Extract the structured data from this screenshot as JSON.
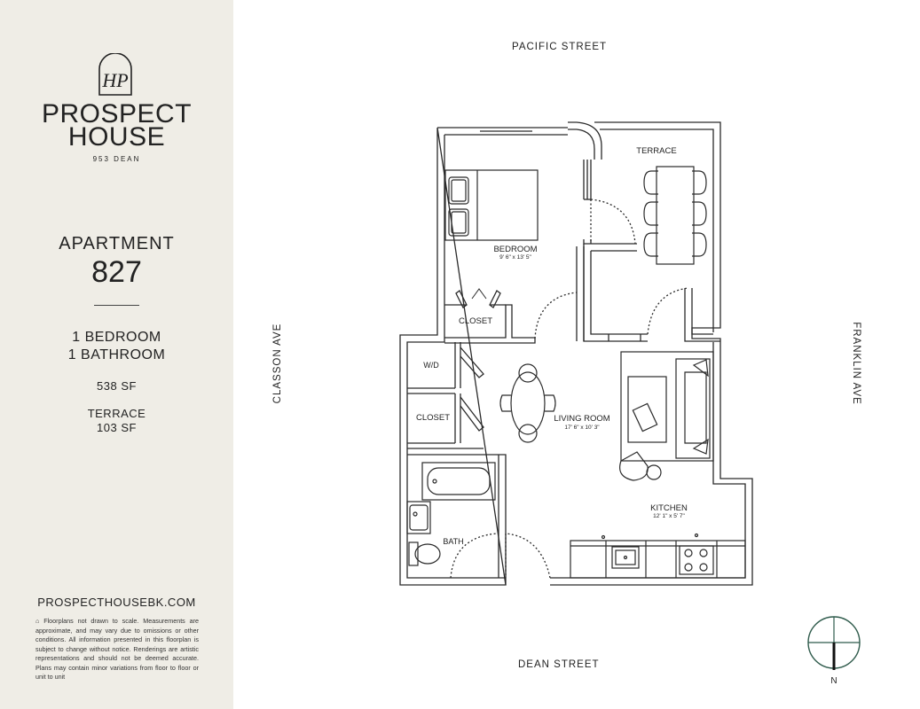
{
  "brand": {
    "monogram": "HP",
    "name_line1": "PROSPECT",
    "name_line2": "HOUSE",
    "address": "953 DEAN"
  },
  "apartment": {
    "label": "APARTMENT",
    "number": "827"
  },
  "details": {
    "bedrooms": "1 BEDROOM",
    "bathrooms": "1 BATHROOM",
    "area": "538 SF",
    "terrace_label": "TERRACE",
    "terrace_area": "103 SF"
  },
  "website": "PROSPECTHOUSEBK.COM",
  "disclaimer": "Floorplans not drawn to scale. Measurements are approximate, and may vary due to omissions or other conditions. All information presented in this floorplan is subject to change without notice. Renderings are artistic representations and should not be deemed accurate. Plans may contain minor variations from floor to floor or unit to unit",
  "streets": {
    "north": "PACIFIC STREET",
    "south": "DEAN STREET",
    "west": "CLASSON AVE",
    "east": "FRANKLIN AVE"
  },
  "rooms": {
    "terrace": "TERRACE",
    "bedroom": "BEDROOM",
    "bedroom_dims": "9' 6\" x 13' 5\"",
    "closet1": "CLOSET",
    "wd": "W/D",
    "closet2": "CLOSET",
    "living": "LIVING ROOM",
    "living_dims": "17' 6\" x 10' 3\"",
    "kitchen": "KITCHEN",
    "kitchen_dims": "12' 1\" x 5' 7\"",
    "bath": "BATH"
  },
  "compass": {
    "label": "N"
  }
}
